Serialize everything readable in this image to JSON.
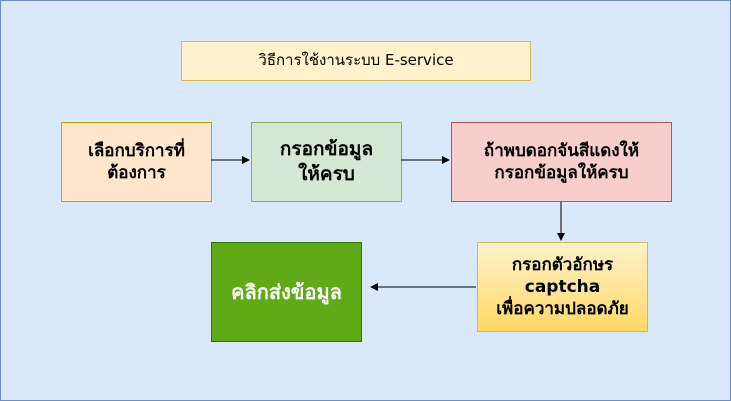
{
  "diagram": {
    "title": "วิธีการใช้งานระบบ E-service",
    "steps": [
      {
        "id": "step1",
        "label": "เลือกบริการที่\nต้องการ"
      },
      {
        "id": "step2",
        "label": "กรอกข้อมูล\nให้ครบ"
      },
      {
        "id": "step3",
        "label": "ถ้าพบดอกจันสีแดงให้\nกรอกข้อมูลให้ครบ"
      },
      {
        "id": "step4",
        "label": "กรอกตัวอักษร\ncaptcha\nเพื่อความปลอดภัย"
      },
      {
        "id": "step5",
        "label": "คลิกส่งข้อมูล"
      }
    ],
    "colors": {
      "background": "#dae8fc",
      "title_fill": "#fff2cc",
      "step1_fill": "#ffe6cc",
      "step2_fill": "#d5e8d4",
      "step3_fill": "#f8cecc",
      "step4_fill": "#ffd966",
      "step5_fill": "#60a917"
    }
  }
}
